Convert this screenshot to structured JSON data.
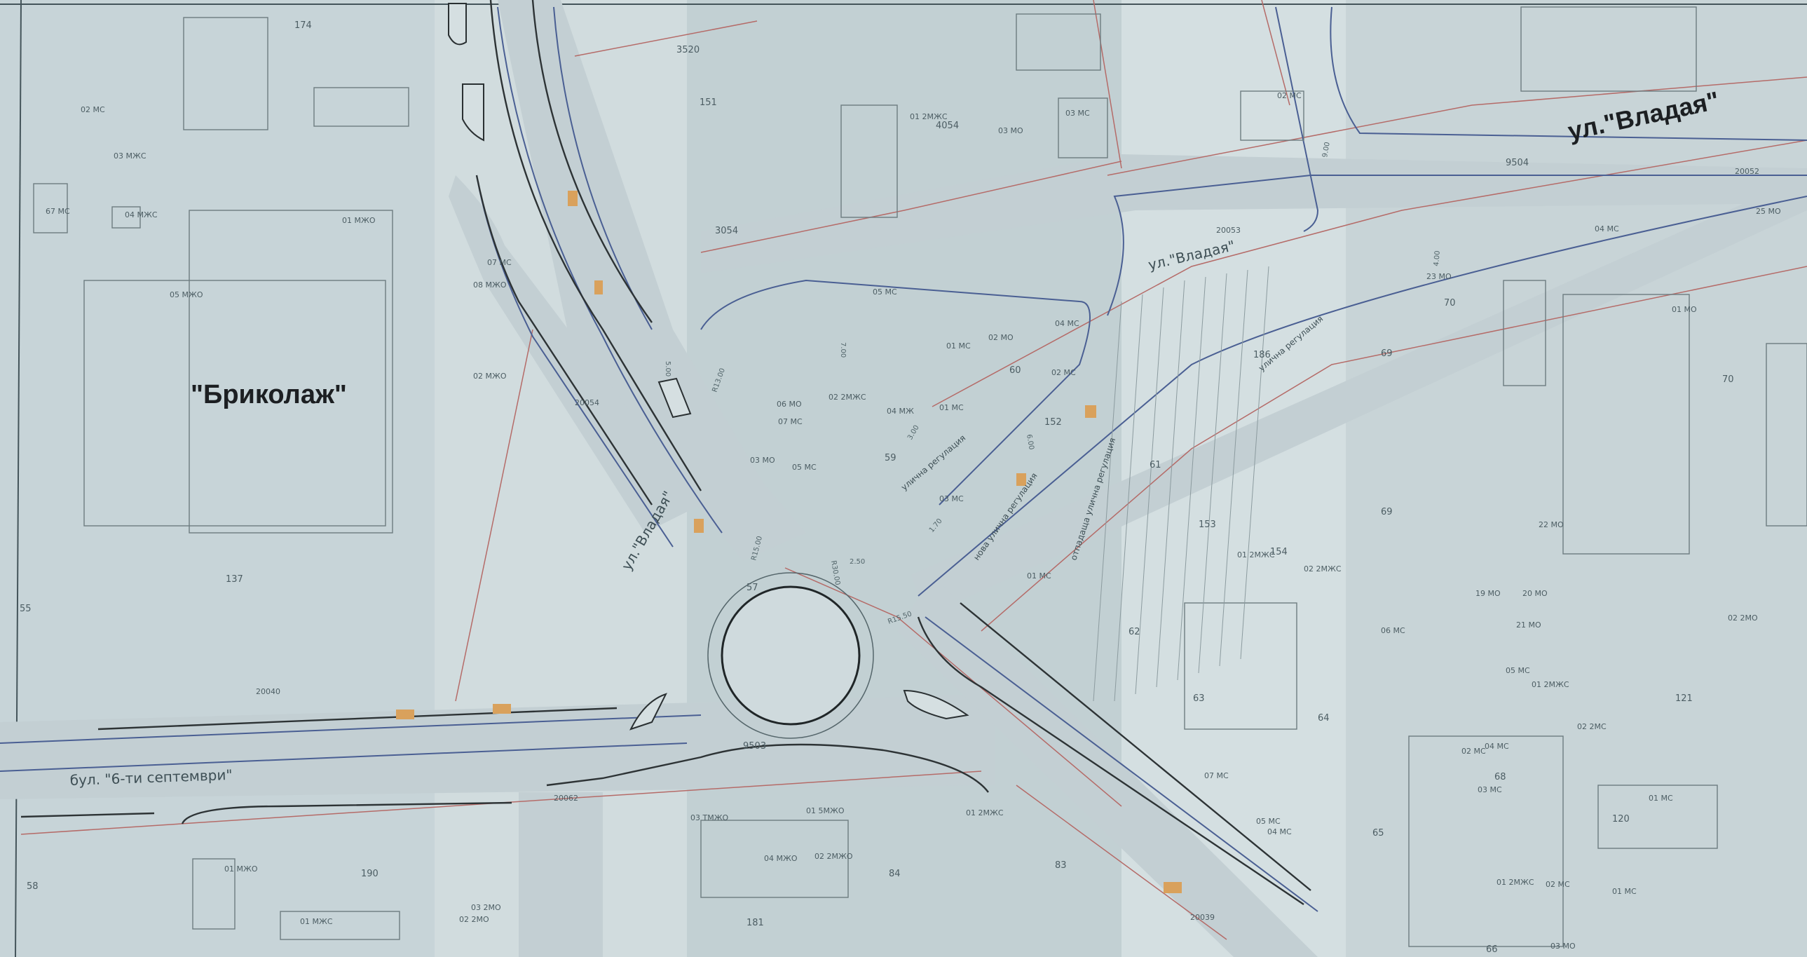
{
  "title_store": "\"Бриколаж\"",
  "street_vladaya_big": "ул.\"Владая\"",
  "street_vladaya_small": "ул.\"Владая\"",
  "street_vladaya_diag": "ул.\"Владая\"",
  "street_blvd": "бул. \"6-ти септември\"",
  "label_regulation_1": "улична регулация",
  "label_regulation_2": "улична регулация",
  "label_new_regulation": "нова улична регулация",
  "label_dropping_regulation": "отпадаща улична регулация",
  "station_labels": [
    "20054",
    "20053",
    "20052",
    "20040",
    "20062",
    "20039"
  ],
  "plot_numbers": [
    {
      "id": "p174",
      "text": "174"
    },
    {
      "id": "p3520",
      "text": "3520"
    },
    {
      "id": "p151",
      "text": "151"
    },
    {
      "id": "p4054",
      "text": "4054"
    },
    {
      "id": "p3054",
      "text": "3054"
    },
    {
      "id": "p9504",
      "text": "9504"
    },
    {
      "id": "p137",
      "text": "137"
    },
    {
      "id": "p55",
      "text": "55"
    },
    {
      "id": "p60",
      "text": "60"
    },
    {
      "id": "p59",
      "text": "59"
    },
    {
      "id": "p57",
      "text": "57"
    },
    {
      "id": "p152",
      "text": "152"
    },
    {
      "id": "p186",
      "text": "186"
    },
    {
      "id": "p61",
      "text": "61"
    },
    {
      "id": "p153",
      "text": "153"
    },
    {
      "id": "p154",
      "text": "154"
    },
    {
      "id": "p62",
      "text": "62"
    },
    {
      "id": "p63",
      "text": "63"
    },
    {
      "id": "p64",
      "text": "64"
    },
    {
      "id": "p65",
      "text": "65"
    },
    {
      "id": "p66",
      "text": "66"
    },
    {
      "id": "p69a",
      "text": "69"
    },
    {
      "id": "p69b",
      "text": "69"
    },
    {
      "id": "p70a",
      "text": "70"
    },
    {
      "id": "p70b",
      "text": "70"
    },
    {
      "id": "p68",
      "text": "68"
    },
    {
      "id": "p121",
      "text": "121"
    },
    {
      "id": "p120",
      "text": "120"
    },
    {
      "id": "p190",
      "text": "190"
    },
    {
      "id": "p181",
      "text": "181"
    },
    {
      "id": "p84",
      "text": "84"
    },
    {
      "id": "p83",
      "text": "83"
    },
    {
      "id": "p58",
      "text": "58"
    },
    {
      "id": "p9503",
      "text": "9503"
    }
  ],
  "building_codes": [
    "02 МС",
    "03 МЖС",
    "67 МС",
    "04 МЖС",
    "01 МЖО",
    "05 МЖО",
    "08 МЖО",
    "02 МЖО",
    "07 МС",
    "01 2МЖС",
    "03 МО",
    "03 МС",
    "02 МС",
    "05 МС",
    "02 МО",
    "01 МС",
    "04 МС",
    "06 МО",
    "07 МС",
    "03 МО",
    "02 2МЖС",
    "04 МЖ",
    "05 МС",
    "01 МС",
    "02 МС",
    "03 МС",
    "01 МС",
    "02 2МЖС",
    "01 2МЖС",
    "06 МС",
    "23 МО",
    "01 МО",
    "22 МО",
    "19 МО",
    "20 МО",
    "21 МО",
    "02 2МО",
    "05 МС",
    "01 2МЖС",
    "02 2МС",
    "02 МС",
    "04 МС",
    "03 МС",
    "01 МС",
    "01 2МЖС",
    "02 МС",
    "01 МС",
    "03 ТМЖО",
    "01 5МЖО",
    "04 МЖО",
    "02 2МЖО",
    "01 2МЖС",
    "01 МЖО",
    "01 МЖС",
    "02 2МО",
    "03 2МО",
    "07 МС",
    "05 МС",
    "04 МС",
    "25 МО",
    "04 МС",
    "03 МО"
  ],
  "dimension_labels": [
    "R13.00",
    "R15.50",
    "R15.00",
    "R30.00",
    "7.00",
    "9.00",
    "5.00",
    "4.00",
    "1.70",
    "2.50",
    "3.00",
    "6.00"
  ]
}
